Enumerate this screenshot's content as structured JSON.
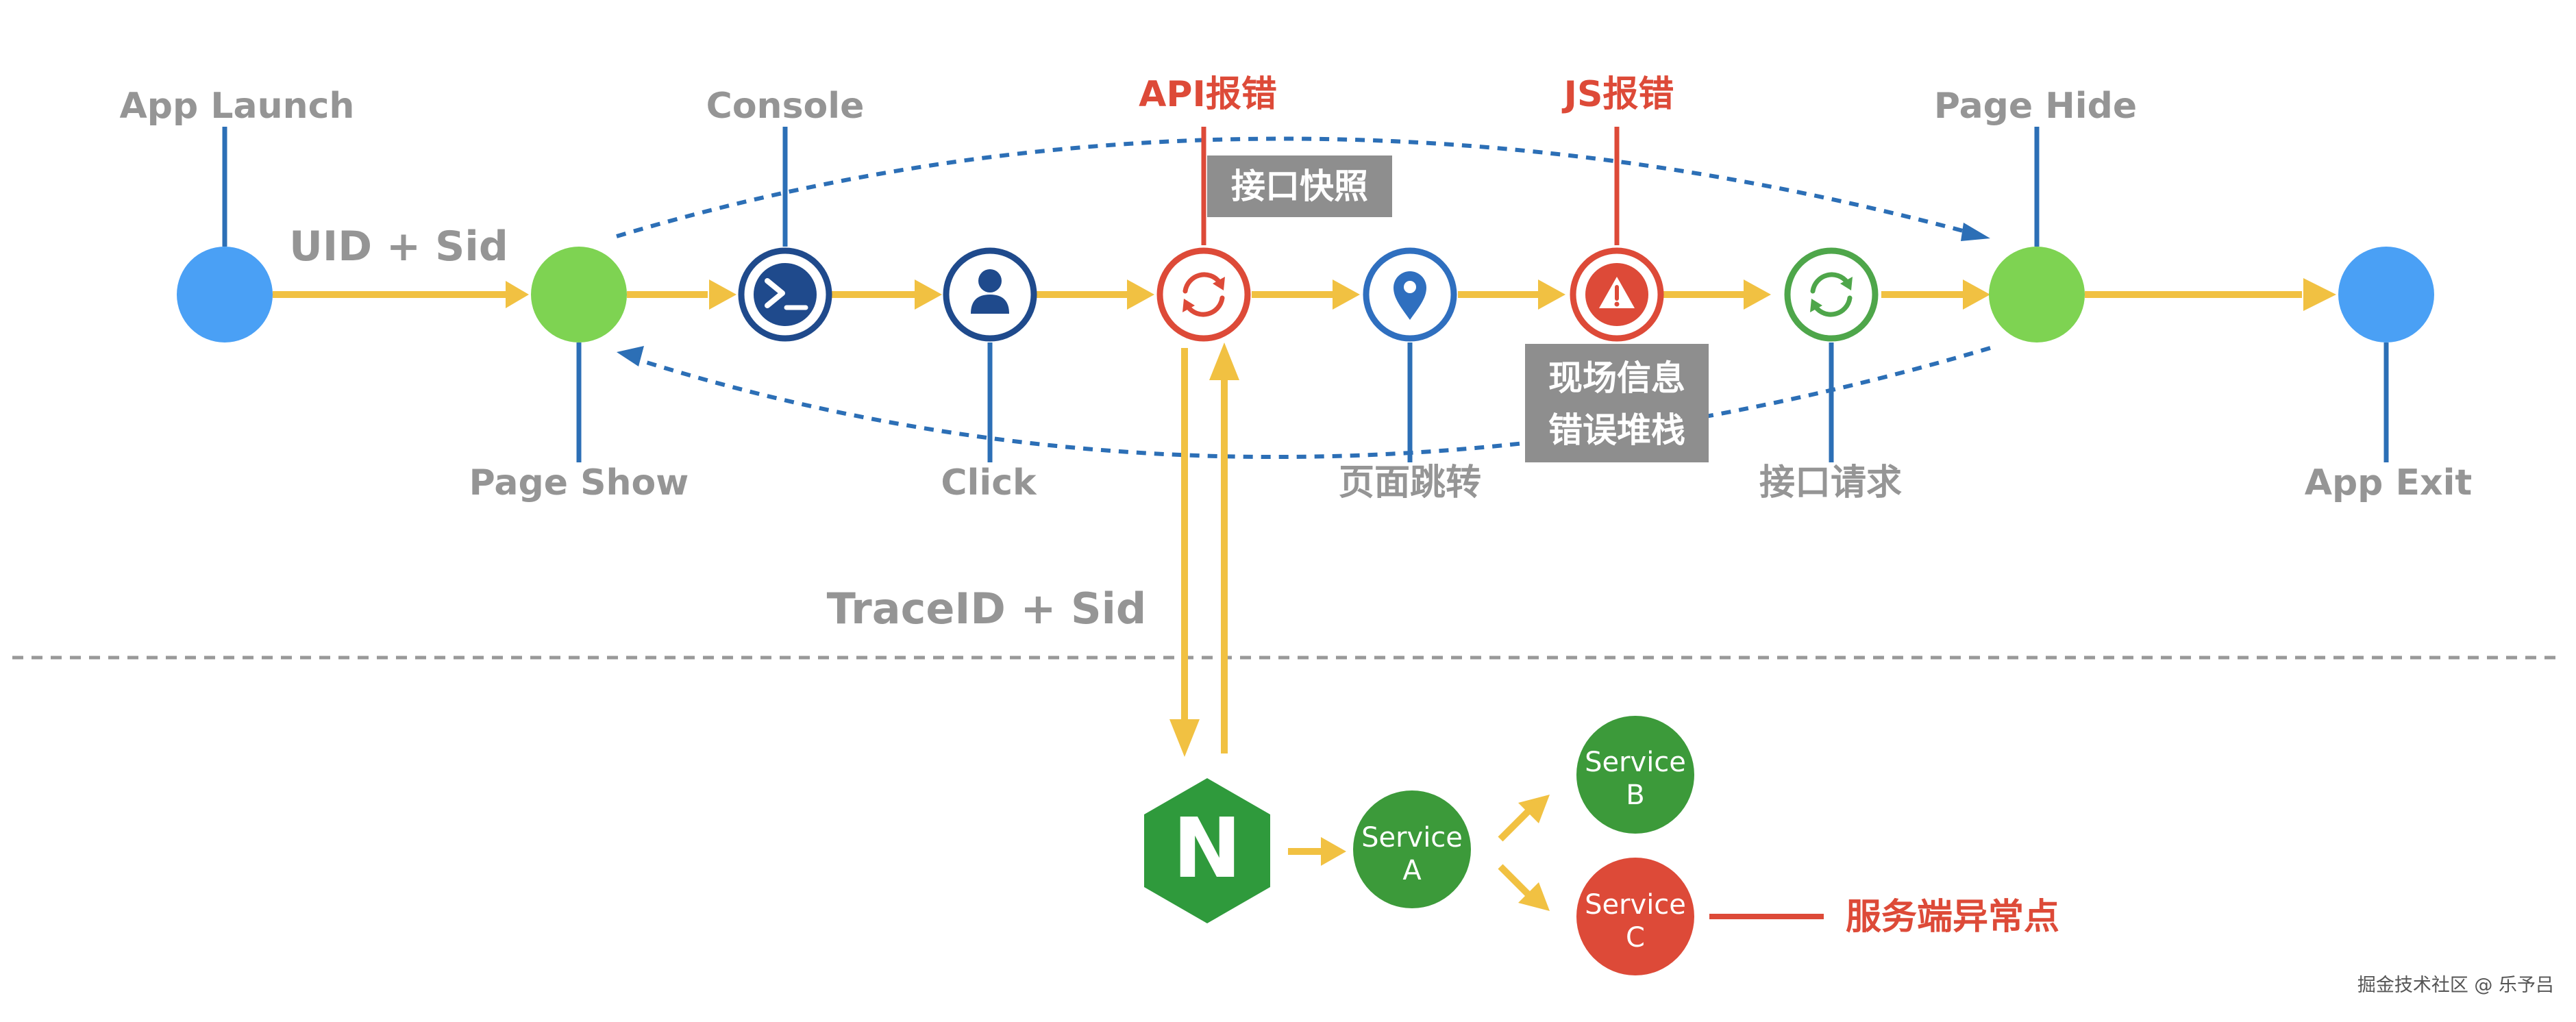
{
  "colors": {
    "blue_node": "#4aa0f5",
    "green_node": "#7ed352",
    "navy": "#1f4a8c",
    "mid_blue": "#2f6fbf",
    "red": "#dd4a38",
    "green_ring": "#4ea64a",
    "arrow_yellow": "#f1c142",
    "connector_blue": "#2c6fb6",
    "dashed_blue": "#2c6fb6",
    "label_gray": "#959595",
    "box_gray": "#8e8e8e",
    "nginx_green": "#2f9a3c",
    "service_green": "#3c9a3a",
    "service_red": "#dd4a38",
    "divider_gray": "#999999"
  },
  "timeline": {
    "uid_label": "UID + Sid",
    "nodes": [
      {
        "id": "app-launch",
        "label": "App Launch",
        "icon": "none",
        "style": "filled-blue"
      },
      {
        "id": "page-show",
        "label": "Page Show",
        "icon": "none",
        "style": "filled-green"
      },
      {
        "id": "console",
        "label": "Console",
        "icon": "terminal-icon",
        "style": "ring-navy"
      },
      {
        "id": "click",
        "label": "Click",
        "icon": "user-icon",
        "style": "ring-navy"
      },
      {
        "id": "api-error",
        "label": "API报错",
        "icon": "refresh-icon",
        "style": "ring-red"
      },
      {
        "id": "page-jump",
        "label": "页面跳转",
        "icon": "map-pin-icon",
        "style": "ring-blue"
      },
      {
        "id": "js-error",
        "label": "JS报错",
        "icon": "warning-icon",
        "style": "ring-red-filled"
      },
      {
        "id": "api-request",
        "label": "接口请求",
        "icon": "refresh-icon",
        "style": "ring-green"
      },
      {
        "id": "page-hide",
        "label": "Page Hide",
        "icon": "none",
        "style": "filled-green"
      },
      {
        "id": "app-exit",
        "label": "App Exit",
        "icon": "none",
        "style": "filled-blue"
      }
    ],
    "snapshot_box": "接口快照",
    "scene_box": [
      "现场信息",
      "错误堆栈"
    ]
  },
  "backend": {
    "trace_label": "TraceID + Sid",
    "nginx_icon": "nginx-icon",
    "nginx_letter": "N",
    "services": [
      {
        "id": "service-a",
        "lines": [
          "Service",
          "A"
        ]
      },
      {
        "id": "service-b",
        "lines": [
          "Service",
          "B"
        ]
      },
      {
        "id": "service-c",
        "lines": [
          "Service",
          "C"
        ]
      }
    ],
    "exception_label": "服务端异常点"
  },
  "watermark": "掘金技术社区 @ 乐予吕"
}
